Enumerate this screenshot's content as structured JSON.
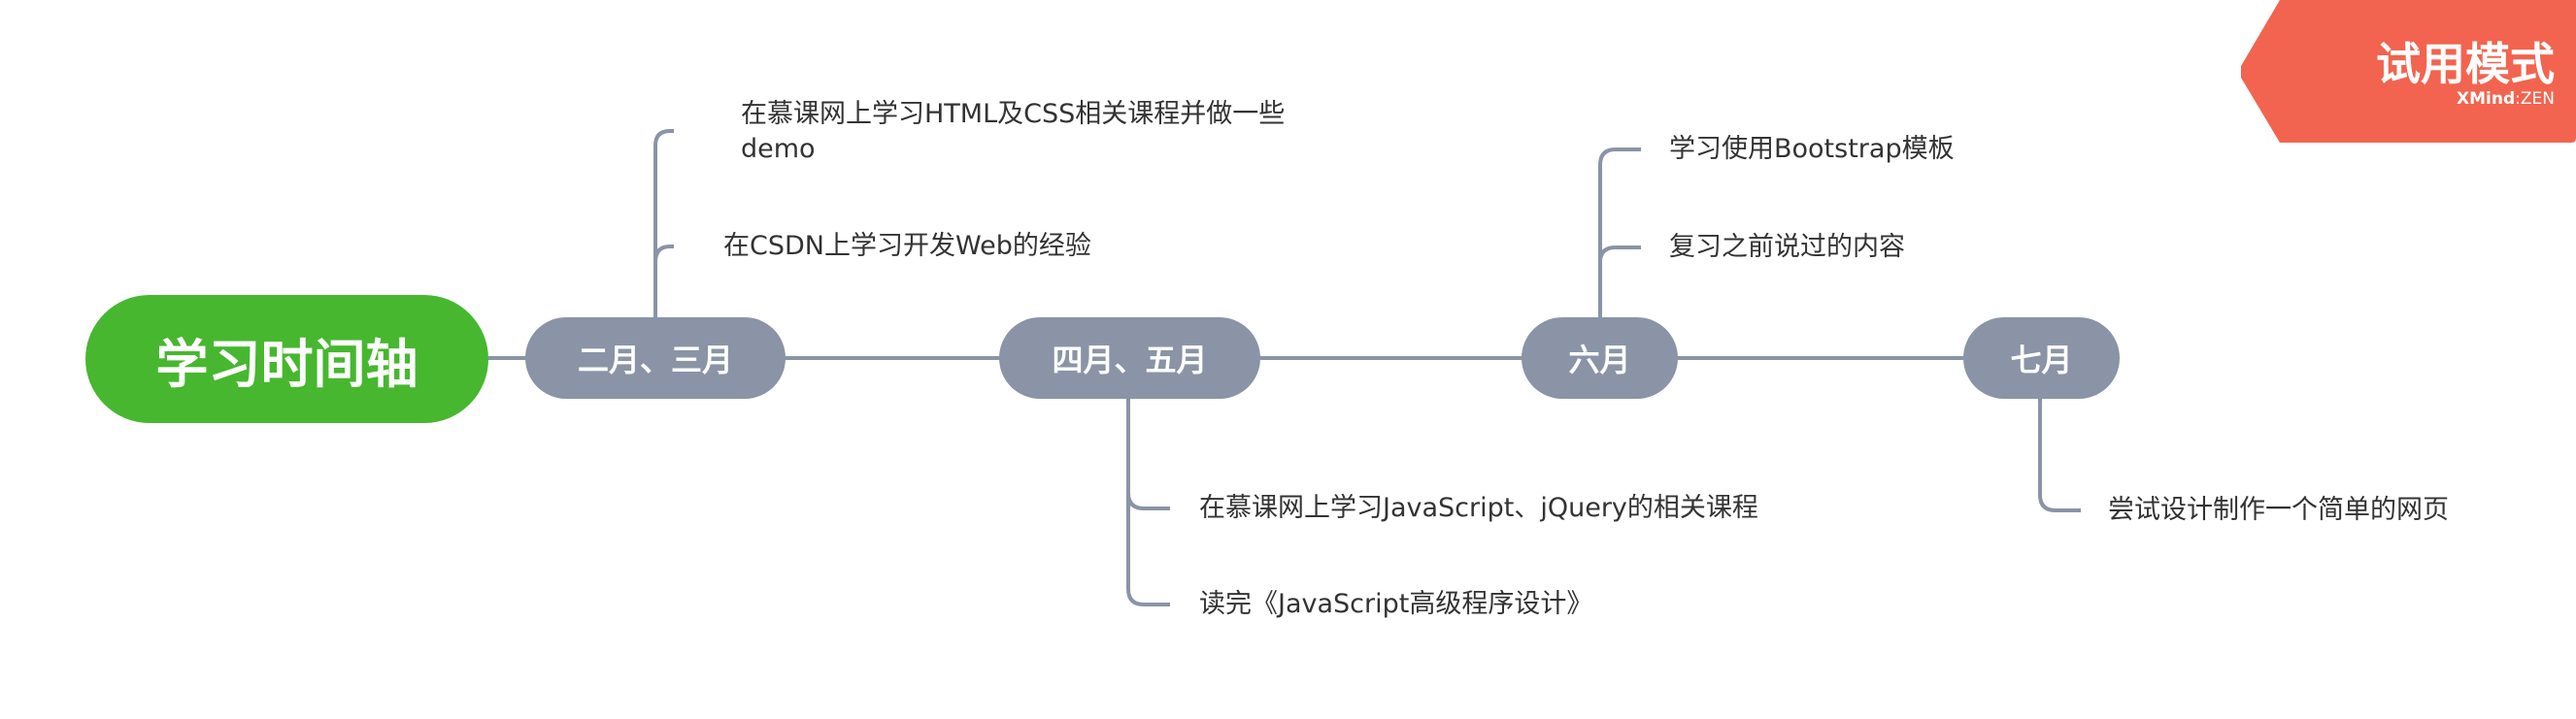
{
  "root": {
    "label": "学习时间轴"
  },
  "topics": [
    {
      "label": "二月、三月",
      "children": [
        "在慕课网上学习HTML及CSS相关课程并做一些",
        "demo",
        "在CSDN上学习开发Web的经验"
      ]
    },
    {
      "label": "四月、五月",
      "children": [
        "在慕课网上学习JavaScript、jQuery的相关课程",
        "读完《JavaScript高级程序设计》"
      ]
    },
    {
      "label": "六月",
      "children": [
        "学习使用Bootstrap模板",
        "复习之前说过的内容"
      ]
    },
    {
      "label": "七月",
      "children": [
        "尝试设计制作一个简单的网页"
      ]
    }
  ],
  "badge": {
    "title": "试用模式",
    "brand": "XMind",
    "sep": ":",
    "edition": "ZEN"
  },
  "colors": {
    "root": "#47b72f",
    "topic": "#8a94a6",
    "badge": "#f2644f",
    "line": "#8a94a6"
  }
}
